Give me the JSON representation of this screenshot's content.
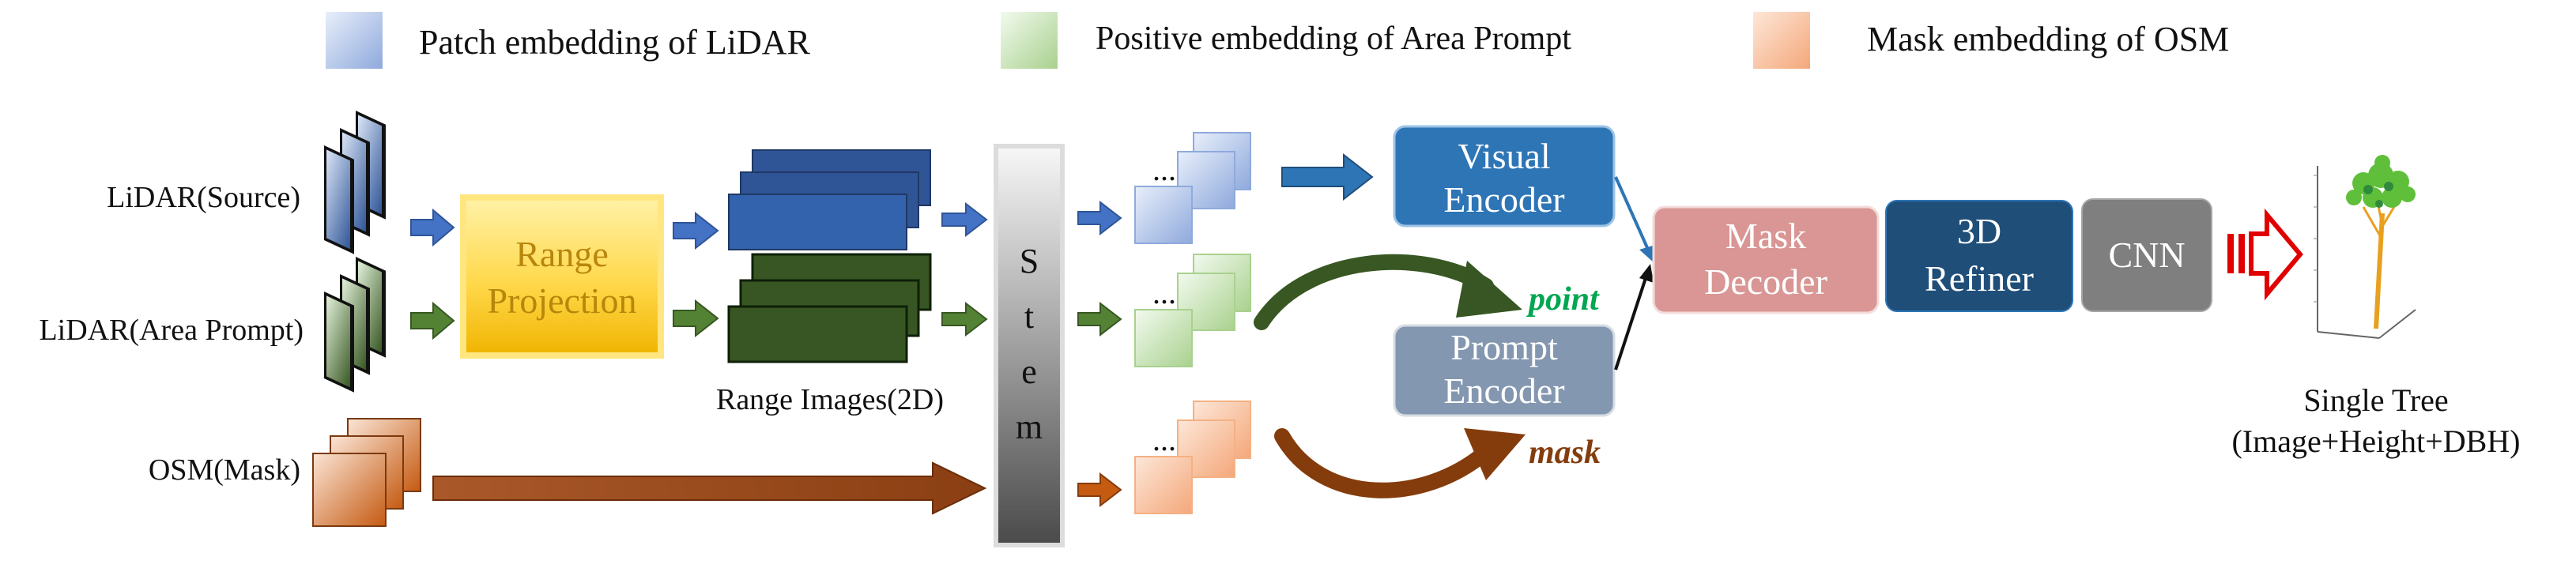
{
  "legend": {
    "lidar_patch": "Patch embedding of LiDAR",
    "area_prompt": "Positive embedding of Area Prompt",
    "osm_mask": "Mask embedding of OSM"
  },
  "inputs": {
    "lidar_source": "LiDAR(Source)",
    "lidar_area_prompt": "LiDAR(Area Prompt)",
    "osm_mask": "OSM(Mask)"
  },
  "range_projection": {
    "line1": "Range",
    "line2": "Projection"
  },
  "range_images_label": "Range Images(2D)",
  "stem_letters": [
    "S",
    "t",
    "e",
    "m"
  ],
  "ellipsis": "...",
  "visual_encoder": {
    "line1": "Visual",
    "line2": "Encoder"
  },
  "prompt_encoder": {
    "line1": "Prompt",
    "line2": "Encoder"
  },
  "arrow_labels": {
    "point": "point",
    "mask": "mask"
  },
  "mask_decoder": {
    "line1": "Mask",
    "line2": "Decoder"
  },
  "refiner": {
    "line1": "3D",
    "line2": "Refiner"
  },
  "cnn": "CNN",
  "output": {
    "line1": "Single Tree",
    "line2": "(Image+Height+DBH)"
  },
  "colors": {
    "lidar_blue": "#4472c4",
    "prompt_green": "#548235",
    "osm_orange": "#c55a11",
    "range_proj_fill": "#ffd700",
    "visual_encoder": "#2e75b6",
    "prompt_encoder": "#8497b0",
    "mask_decoder": "#d99694",
    "refiner": "#1f4e79",
    "cnn": "#7f7f7f",
    "point_label": "#00a651",
    "mask_label": "#843c0c"
  }
}
